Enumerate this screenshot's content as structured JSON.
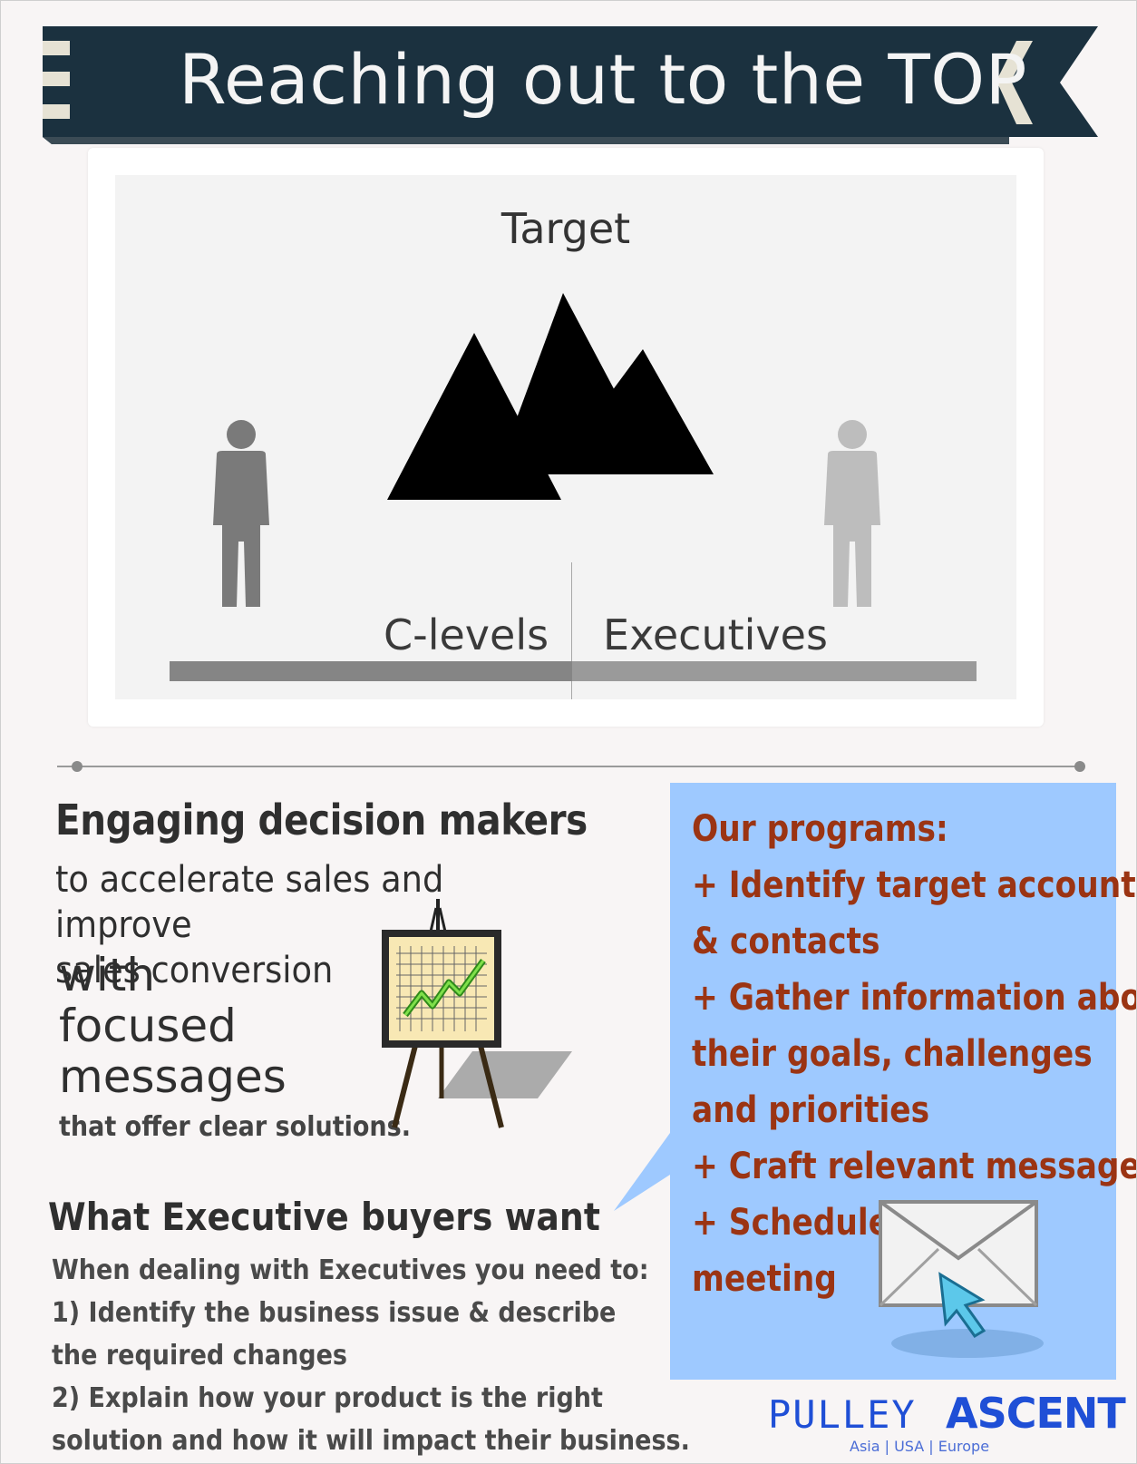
{
  "banner": {
    "title": "Reaching out to the TOP"
  },
  "colors": {
    "banner": "#1b313f",
    "programs_bg": "#9ec9ff",
    "programs_text": "#9b3413",
    "logo": "#1f4fd6"
  },
  "target": {
    "label": "Target",
    "clevels": "C-levels",
    "executives": "Executives"
  },
  "engage": {
    "title": "Engaging decision makers",
    "line1": "to accelerate sales and improve",
    "line2": "sales conversion",
    "with": "with",
    "focused": "focused",
    "messages": "messages",
    "offer": "that offer clear solutions."
  },
  "buyers": {
    "title": "What Executive buyers want",
    "lines": [
      "When dealing with Executives you need to:",
      "1) Identify the business issue & describe",
      "the required changes",
      "2) Explain how your product is the right",
      "solution and how it will impact their business."
    ]
  },
  "programs": {
    "lines": [
      "Our programs:",
      "+ Identify target accounts",
      "& contacts",
      "+ Gather information about",
      "their goals, challenges",
      "and priorities",
      "+ Craft relevant messages",
      "+ Schedule",
      "meeting"
    ]
  },
  "logo": {
    "pulley": "PULLEY",
    "ascent": "ASCENT",
    "regions": "Asia   |   USA   |   Europe"
  },
  "icons": [
    "menu-stripes-icon",
    "chevron-left-icon",
    "mountain-icon",
    "person-icon",
    "chart-easel-icon",
    "envelope-cursor-icon"
  ]
}
